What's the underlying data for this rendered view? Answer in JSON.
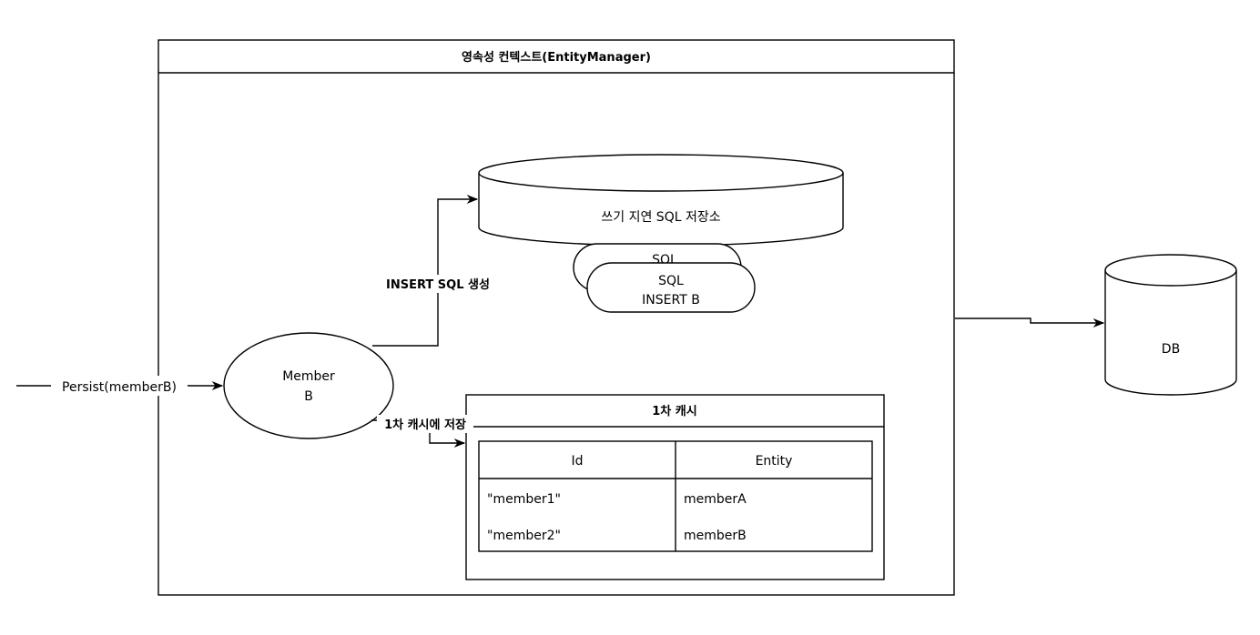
{
  "context": {
    "title": "영속성 컨텍스트(EntityManager)"
  },
  "write_behind_store": {
    "label": "쓰기  지연 SQL 저장소",
    "sql_back": {
      "line1": "SQL"
    },
    "sql_front": {
      "line1": "SQL",
      "line2": "INSERT B"
    }
  },
  "member": {
    "line1": "Member",
    "line2": "B"
  },
  "first_level_cache": {
    "title": "1차 캐시",
    "columns": [
      "Id",
      "Entity"
    ],
    "rows": [
      [
        "\"member1\"",
        "memberA"
      ],
      [
        "\"member2\"",
        "memberB"
      ]
    ]
  },
  "db": {
    "label": "DB"
  },
  "edges": {
    "persist": "Persist(memberB)",
    "insert_sql": "INSERT SQL 생성",
    "store_cache": "1차 캐시에 저장"
  }
}
